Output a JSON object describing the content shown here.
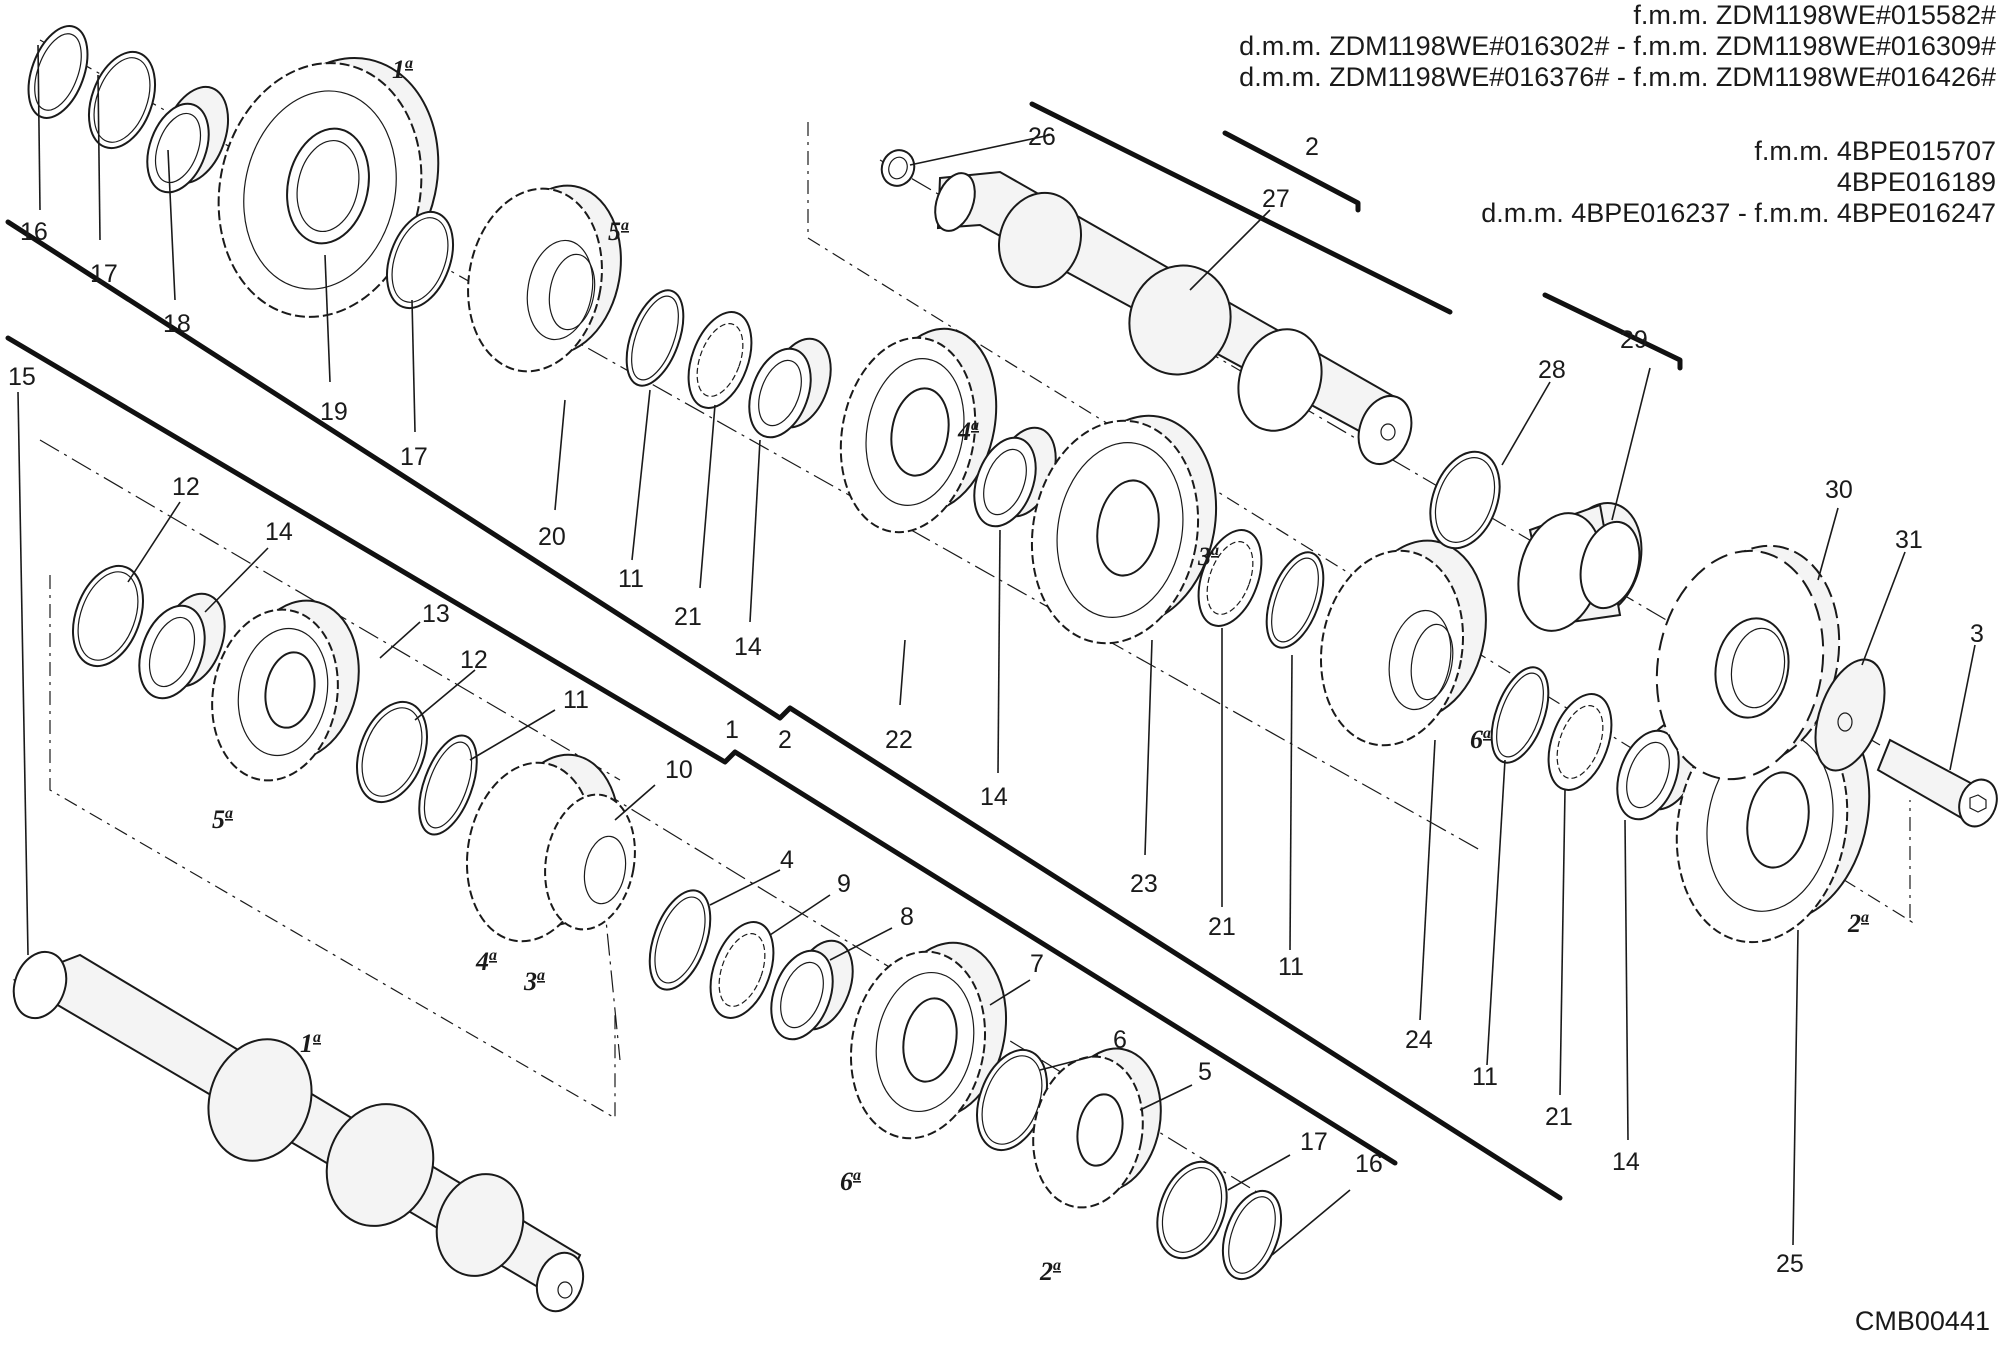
{
  "header": {
    "line1": "f.m.m. ZDM1198WE#015582#",
    "line2": "d.m.m. ZDM1198WE#016302# - f.m.m. ZDM1198WE#016309#",
    "line3": "d.m.m. ZDM1198WE#016376# - f.m.m. ZDM1198WE#016426#",
    "line4": "f.m.m. 4BPE015707",
    "line5": "4BPE016189",
    "line6": "d.m.m. 4BPE016237 - f.m.m. 4BPE016247"
  },
  "drawing_code": "CMB00441",
  "callouts": {
    "c1": "1",
    "c2a": "2",
    "c2b": "2",
    "c3": "3",
    "c4": "4",
    "c5": "5",
    "c6": "6",
    "c7": "7",
    "c8": "8",
    "c9": "9",
    "c10": "10",
    "c11a": "11",
    "c11b": "11",
    "c11c": "11",
    "c11d": "11",
    "c12a": "12",
    "c12b": "12",
    "c13": "13",
    "c14a": "14",
    "c14b": "14",
    "c14c": "14",
    "c14d": "14",
    "c15": "15",
    "c16a": "16",
    "c16b": "16",
    "c17a": "17",
    "c17b": "17",
    "c17c": "17",
    "c18": "18",
    "c19": "19",
    "c20": "20",
    "c21a": "21",
    "c21b": "21",
    "c21c": "21",
    "c22": "22",
    "c23": "23",
    "c24": "24",
    "c25": "25",
    "c26": "26",
    "c27": "27",
    "c28": "28",
    "c29": "29",
    "c30": "30",
    "c31": "31"
  },
  "gear_labels": {
    "g1top": "1",
    "g5top": "5",
    "g4top": "4",
    "g3top": "3",
    "g6top": "6",
    "g2top": "2",
    "g5bot": "5",
    "g4bot": "4",
    "g3bot": "3",
    "g1bot": "1",
    "g6bot": "6",
    "g2bot": "2",
    "ordinal": "a"
  }
}
